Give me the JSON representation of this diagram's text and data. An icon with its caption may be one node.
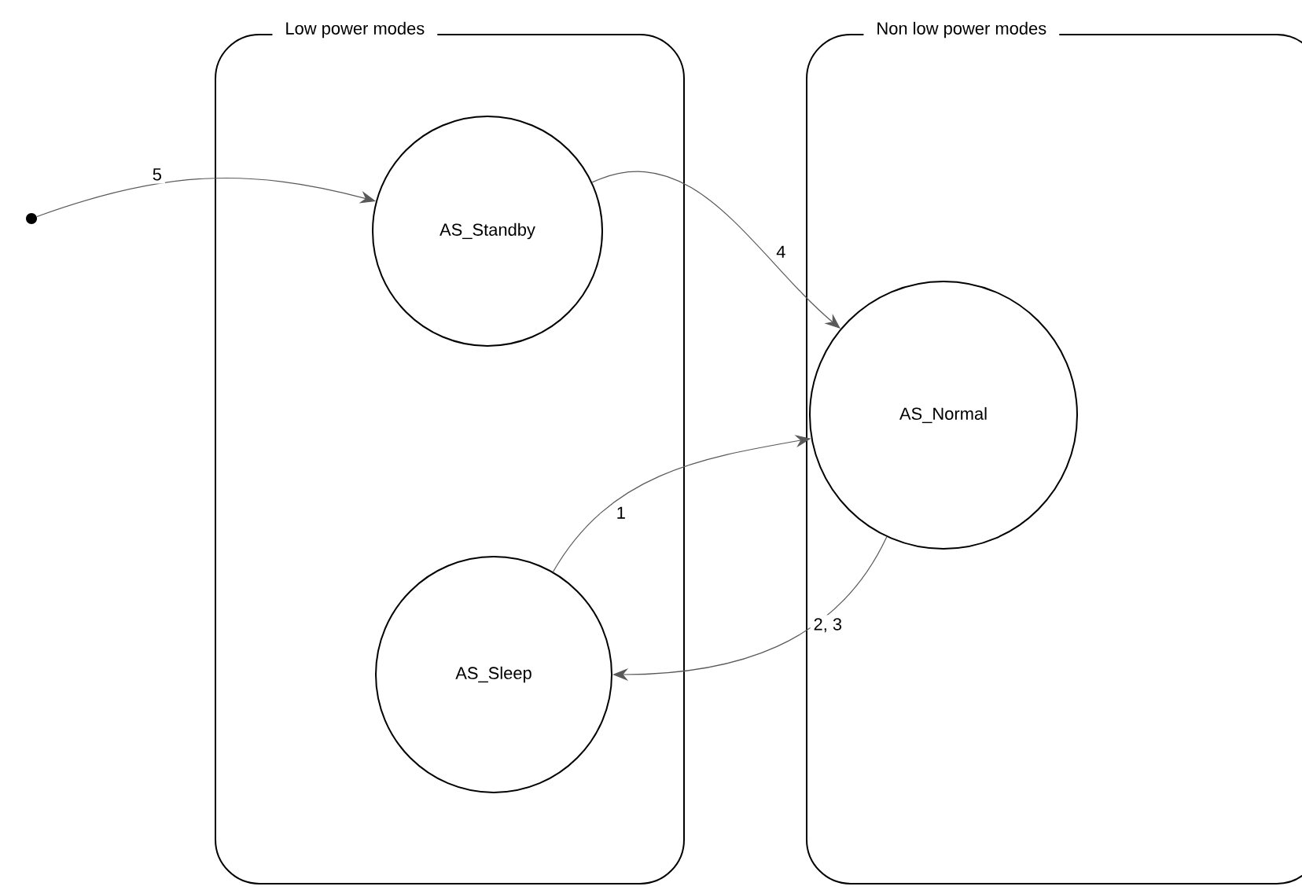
{
  "diagram": {
    "nodes": [
      {
        "text": [
          "Low power modes"
        ]
      },
      {
        "text": [
          "Non low power modes"
        ]
      },
      {
        "text": [
          "AS_Standby"
        ],
        "in": 0
      },
      {
        "text": [
          "AS_Sleep"
        ],
        "in": 0
      },
      {
        "text": [
          "AS_Normal"
        ],
        "in": 1
      },
      {
        "text": [],
        "shape": "circle"
      }
    ],
    "edges": [
      {
        "from": 5,
        "to": 2,
        "arrow": "to",
        "label": "5"
      },
      {
        "from": 2,
        "to": 4,
        "arrow": "to",
        "label": "4"
      },
      {
        "from": 3,
        "to": 4,
        "arrow": "to",
        "label": "1"
      },
      {
        "from": 4,
        "to": 3,
        "arrow": "to",
        "label": "2, 3"
      }
    ]
  }
}
